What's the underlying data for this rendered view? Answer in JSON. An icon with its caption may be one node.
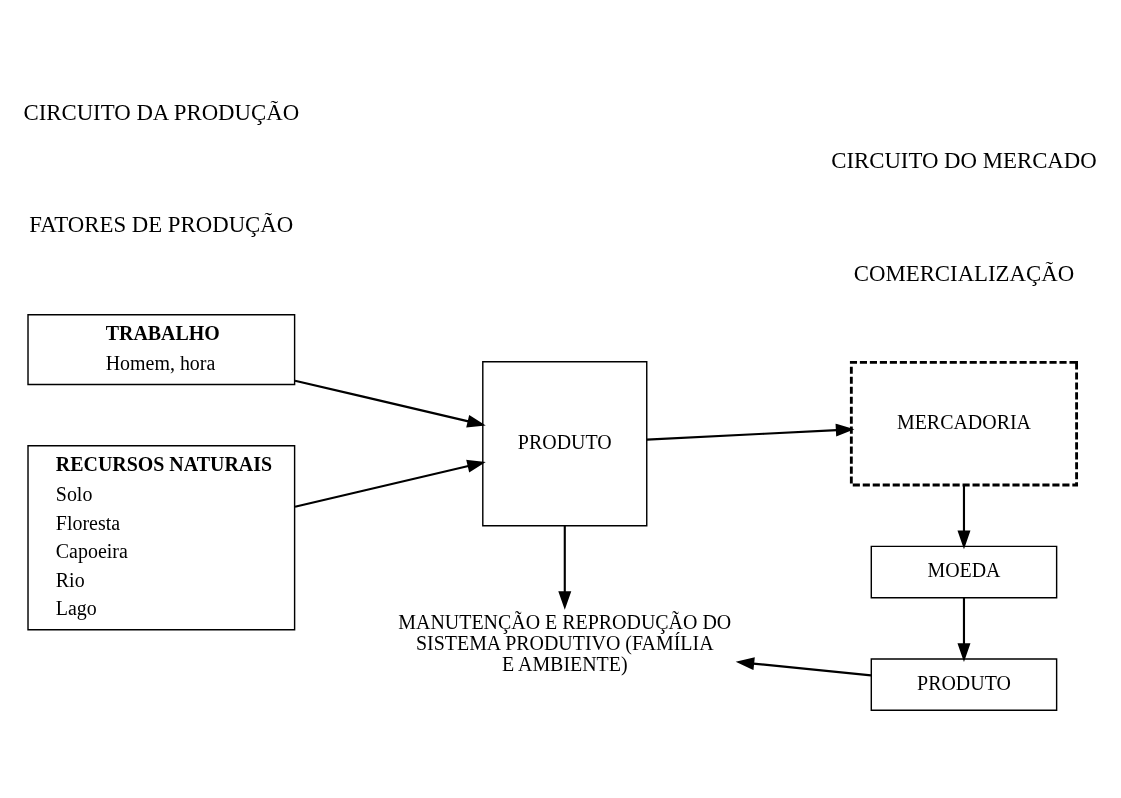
{
  "diagram": {
    "nodes": [
      {
        "text": [
          "TRABALHO",
          "Homem, hora"
        ]
      },
      {
        "text": [
          "RECURSOS NATURAIS",
          "Solo",
          "Floresta",
          "Capoeira",
          "Rio",
          "Lago"
        ]
      },
      {
        "text": [
          "PRODUTO"
        ]
      },
      {
        "text": [
          "MERCADORIA"
        ]
      },
      {
        "text": [
          "MOEDA"
        ]
      },
      {
        "text": [
          "PRODUTO"
        ]
      },
      {
        "text": [
          "MANUTENÇÃO E REPRODUÇÃO DO SISTEMA PRODUTIVO (FAMÍLIA E AMBIENTE)"
        ]
      }
    ],
    "edges": [
      {
        "from": 0,
        "to": 2,
        "arrow": "to"
      },
      {
        "from": 1,
        "to": 2,
        "arrow": "to"
      },
      {
        "from": 2,
        "to": 3,
        "arrow": "to"
      },
      {
        "from": 3,
        "to": 4,
        "arrow": "to"
      },
      {
        "from": 4,
        "to": 5,
        "arrow": "to"
      },
      {
        "from": 2,
        "to": 6,
        "arrow": "to"
      },
      {
        "from": 5,
        "to": 6,
        "arrow": "to"
      }
    ],
    "labels": [
      "CIRCUITO DA PRODUÇÃO",
      "FATORES DE PRODUÇÃO",
      "CIRCUITO DO MERCADO",
      "COMERCIALIZAÇÃO"
    ]
  }
}
